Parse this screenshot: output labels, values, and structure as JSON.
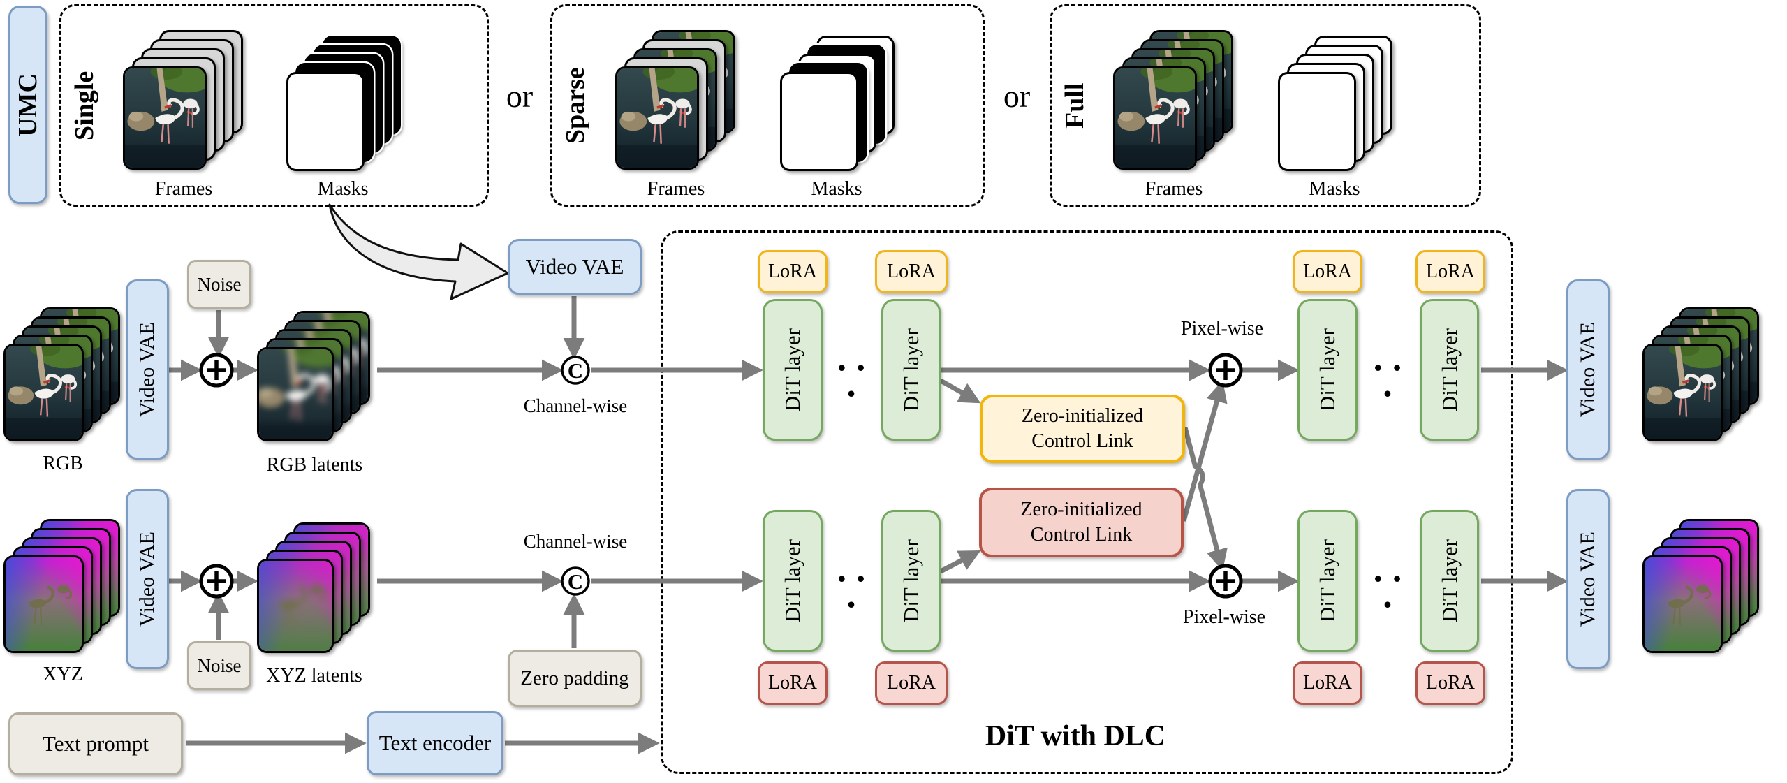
{
  "colors": {
    "blue_fill": "#d7e6f6",
    "blue_border": "#7d9cc4",
    "gray_fill": "#edebe3",
    "gray_border": "#b3ae9d",
    "green_fill": "#ddecd7",
    "green_border": "#74a85e",
    "gold_fill": "#fff2d6",
    "gold_border": "#f0b41c",
    "red_fill": "#f8d7d2",
    "red_border": "#b5544a",
    "arrow_gray": "#7c7c7c"
  },
  "umc": {
    "label": "UMC"
  },
  "or_label": "or",
  "frames_label": "Frames",
  "masks_label": "Masks",
  "conditions": [
    {
      "label": "Single",
      "frames": [
        "photo",
        "gray",
        "gray",
        "gray",
        "gray"
      ],
      "masks": [
        "white",
        "black",
        "black",
        "black",
        "black"
      ]
    },
    {
      "label": "Sparse",
      "frames": [
        "photo",
        "gray",
        "photo",
        "gray",
        "photo"
      ],
      "masks": [
        "white",
        "black",
        "white",
        "black",
        "white"
      ]
    },
    {
      "label": "Full",
      "frames": [
        "photo",
        "photo",
        "photo",
        "photo",
        "photo"
      ],
      "masks": [
        "white",
        "white",
        "white",
        "white",
        "white"
      ]
    }
  ],
  "pipeline": {
    "video_vae_label": "Video VAE",
    "noise_label": "Noise",
    "rgb_input_label": "RGB",
    "rgb_latents_label": "RGB latents",
    "xyz_input_label": "XYZ",
    "xyz_latents_label": "XYZ latents",
    "channel_wise_label": "Channel-wise",
    "concat_symbol": "C",
    "zero_padding_label": "Zero padding",
    "text_prompt_label": "Text prompt",
    "text_encoder_label": "Text encoder",
    "stacks": {
      "rgb_input": [
        "photo",
        "photo",
        "photo",
        "photo",
        "photo"
      ],
      "rgb_latents": [
        "latent_photo",
        "latent_photo",
        "latent_photo",
        "latent_photo",
        "latent_photo"
      ],
      "xyz_input": [
        "xyz",
        "xyz",
        "xyz",
        "xyz",
        "xyz"
      ],
      "xyz_latents": [
        "latent_xyz",
        "latent_xyz",
        "latent_xyz",
        "latent_xyz",
        "latent_xyz"
      ],
      "rgb_output": [
        "photo",
        "photo",
        "photo",
        "photo",
        "photo"
      ],
      "xyz_output": [
        "xyz",
        "xyz",
        "xyz",
        "xyz",
        "xyz"
      ]
    }
  },
  "dit": {
    "title": "DiT with DLC",
    "lora_label": "LoRA",
    "dit_layer_label": "DiT layer",
    "pixel_wise_label": "Pixel-wise",
    "control_link_line1": "Zero-initialized",
    "control_link_line2": "Control Link",
    "ellipsis": "• • •"
  }
}
